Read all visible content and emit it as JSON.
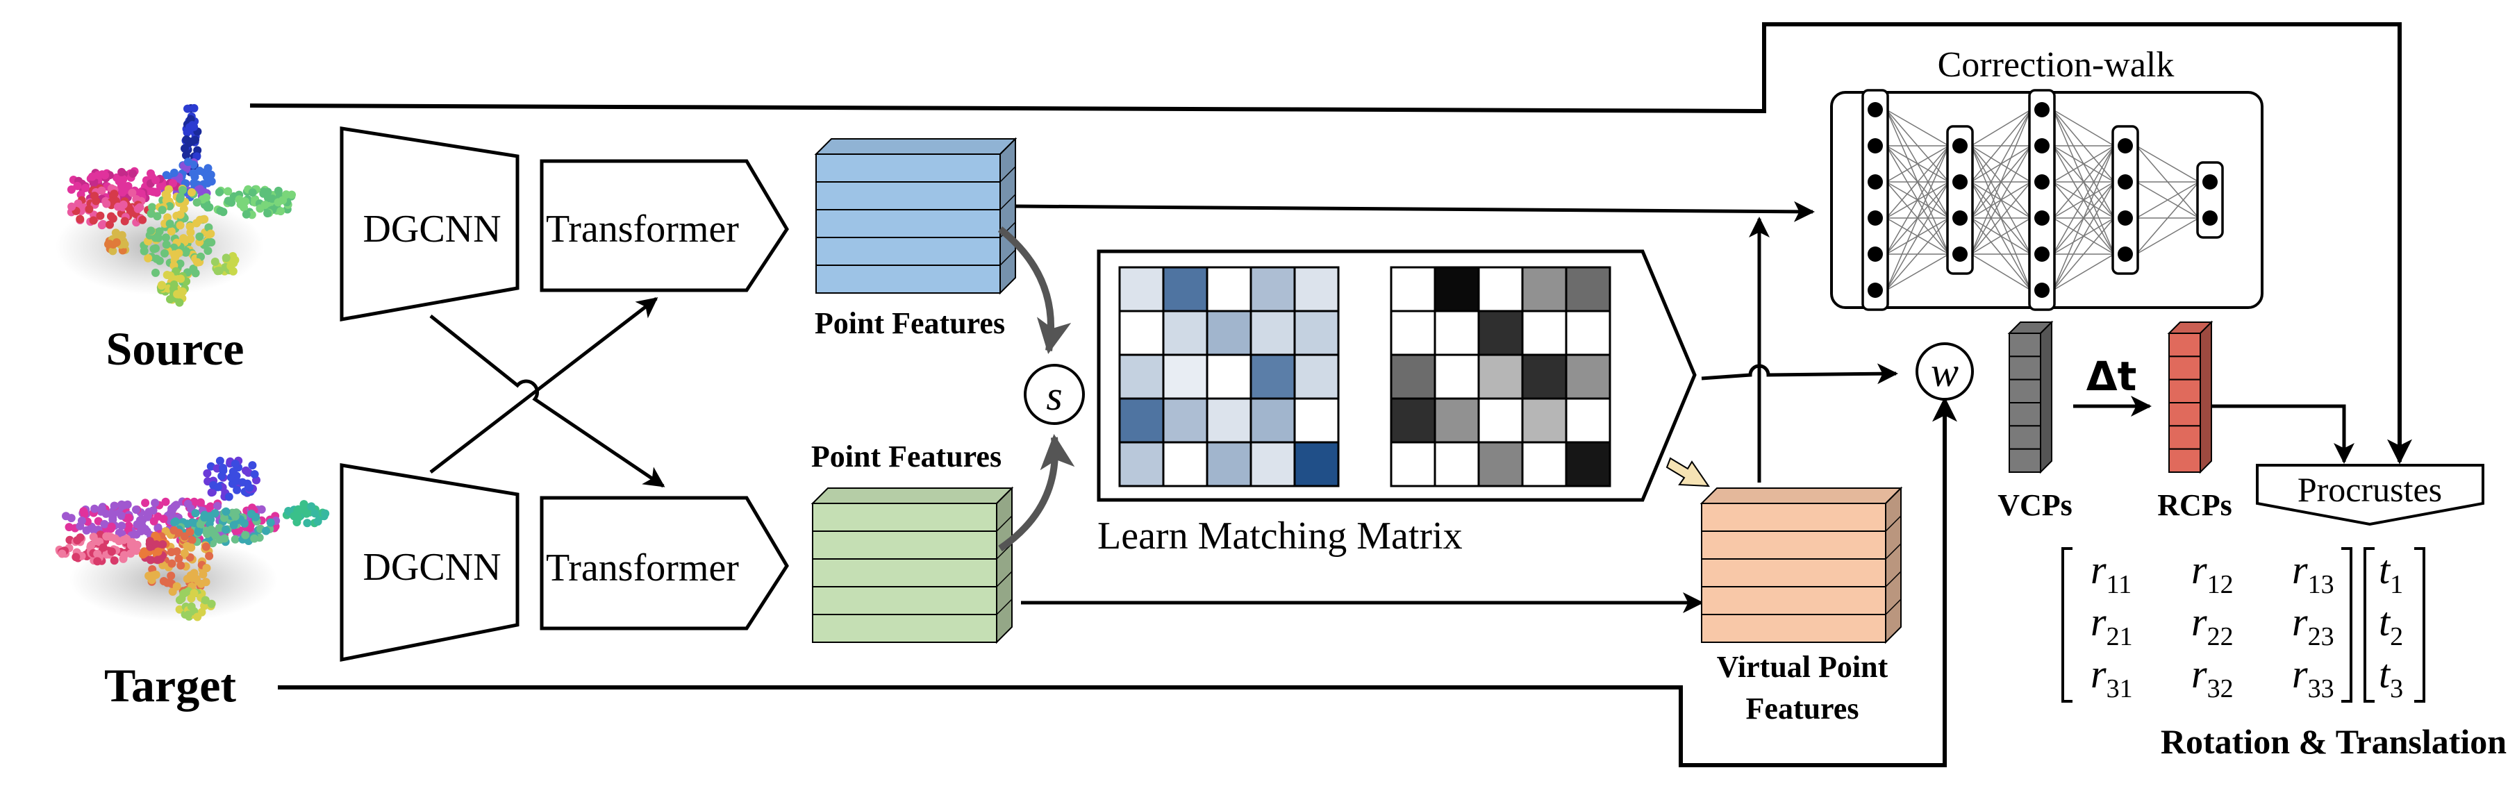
{
  "labels": {
    "source": "Source",
    "target": "Target",
    "dgcnn_top": "DGCNN",
    "dgcnn_bottom": "DGCNN",
    "transformer_top": "Transformer",
    "transformer_bottom": "Transformer",
    "point_features_top": "Point Features",
    "point_features_bottom": "Point Features",
    "similarity": "s",
    "learn_matching_matrix": "Learn Matching Matrix",
    "virtual_point_features_line1": "Virtual Point",
    "virtual_point_features_line2": "Features",
    "correction_walk": "Correction-walk",
    "weight": "w",
    "vcps": "VCPs",
    "rcps": "RCPs",
    "delta_t": "Δt",
    "procrustes": "Procrustes",
    "rotation_translation": "Rotation & Translation"
  },
  "matrix": {
    "rotation": [
      [
        "r11",
        "r12",
        "r13"
      ],
      [
        "r21",
        "r22",
        "r23"
      ],
      [
        "r31",
        "r32",
        "r33"
      ]
    ],
    "translation": [
      "t1",
      "t2",
      "t3"
    ],
    "rotation_display": [
      [
        {
          "b": "r",
          "s": "11"
        },
        {
          "b": "r",
          "s": "12"
        },
        {
          "b": "r",
          "s": "13"
        }
      ],
      [
        {
          "b": "r",
          "s": "21"
        },
        {
          "b": "r",
          "s": "22"
        },
        {
          "b": "r",
          "s": "23"
        }
      ],
      [
        {
          "b": "r",
          "s": "31"
        },
        {
          "b": "r",
          "s": "32"
        },
        {
          "b": "r",
          "s": "33"
        }
      ]
    ],
    "translation_display": [
      {
        "b": "t",
        "s": "1"
      },
      {
        "b": "t",
        "s": "2"
      },
      {
        "b": "t",
        "s": "3"
      }
    ]
  },
  "colors": {
    "source_features": "#9dc3e6",
    "target_features": "#c5dfb4",
    "virtual_features": "#f8c8a8",
    "vcps": "#7a7a7a",
    "rcps": "#e06a5c",
    "hint_arrow": "#f6e3b4"
  },
  "heatmaps": {
    "blue": [
      [
        0.15,
        0.75,
        0.0,
        0.35,
        0.15
      ],
      [
        0.0,
        0.2,
        0.4,
        0.2,
        0.25
      ],
      [
        0.25,
        0.1,
        0.0,
        0.7,
        0.2
      ],
      [
        0.75,
        0.35,
        0.15,
        0.4,
        0.0
      ],
      [
        0.3,
        0.0,
        0.4,
        0.15,
        0.95
      ]
    ],
    "gray": [
      [
        0.0,
        1.0,
        0.0,
        0.45,
        0.6
      ],
      [
        0.0,
        0.0,
        0.85,
        0.0,
        0.0
      ],
      [
        0.6,
        0.0,
        0.3,
        0.85,
        0.45
      ],
      [
        0.85,
        0.45,
        0.0,
        0.3,
        0.0
      ],
      [
        0.0,
        0.0,
        0.5,
        0.0,
        0.95
      ]
    ]
  },
  "network_layers": [
    6,
    4,
    6,
    4,
    2
  ]
}
